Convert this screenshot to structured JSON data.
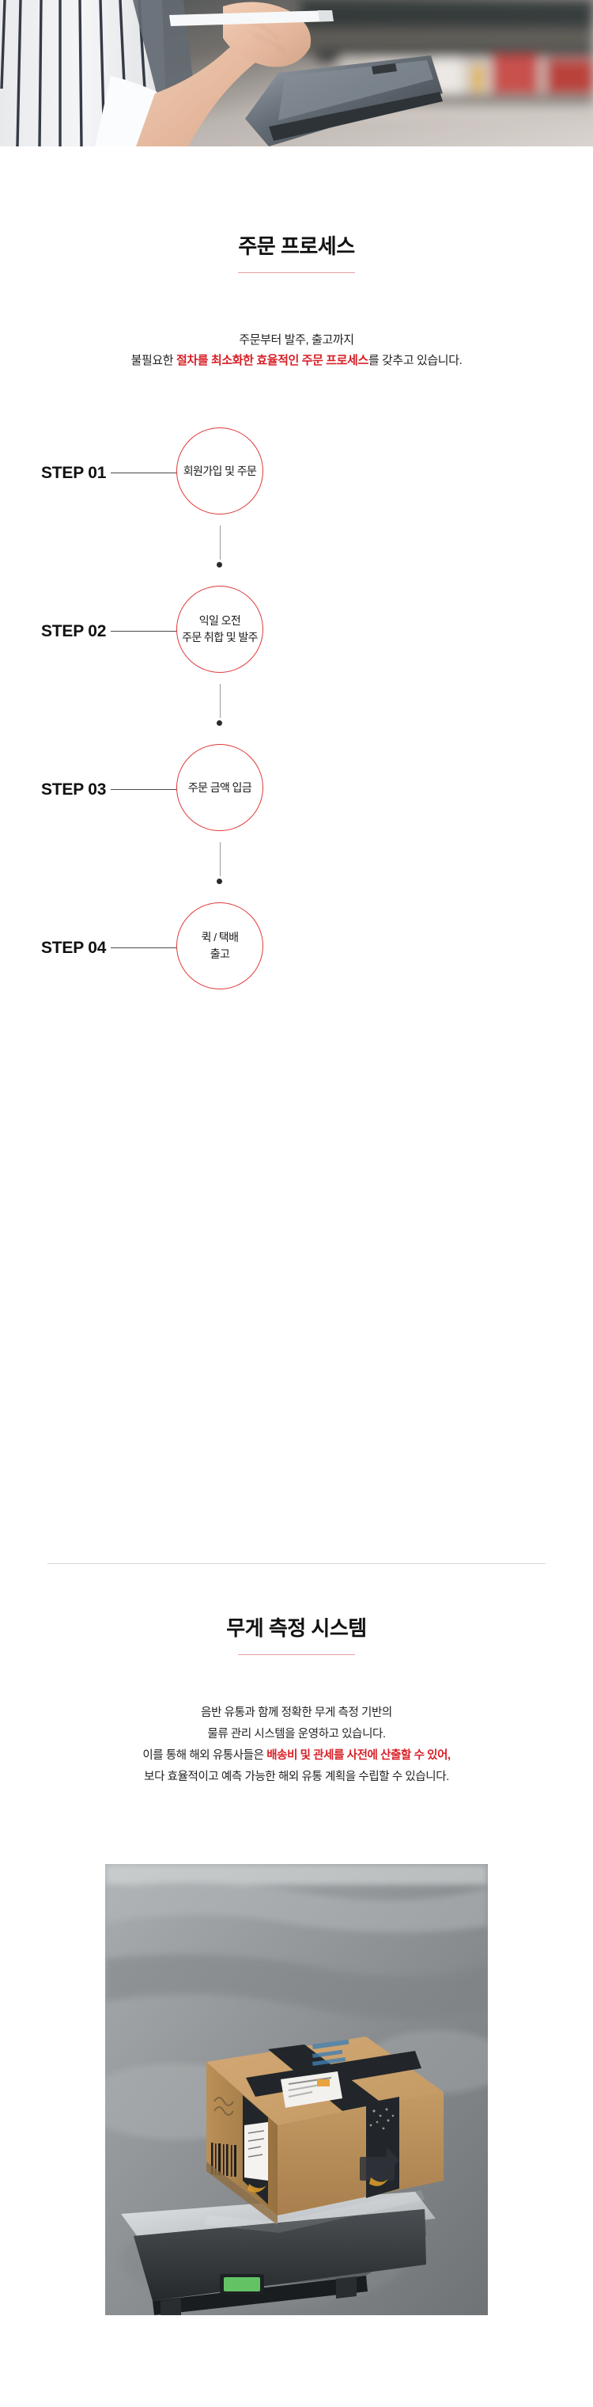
{
  "hero_photo": {
    "alt": "warehouse worker holding tablet and stylus"
  },
  "order_section": {
    "title": "주문 프로세스",
    "lead_line1": "주문부터 발주, 출고까지",
    "lead_line2_pre": "불필요한 ",
    "lead_line2_highlight": "절차를 최소화한 효율적인 주문 프로세스",
    "lead_line2_post": "를 갖추고 있습니다.",
    "steps": [
      {
        "label": "STEP 01",
        "text": "회원가입 및 주문"
      },
      {
        "label": "STEP 02",
        "text": "익일 오전\n주문 취합 및 발주"
      },
      {
        "label": "STEP 03",
        "text": "주문 금액 입금"
      },
      {
        "label": "STEP 04",
        "text": "퀵 / 택배\n출고"
      }
    ]
  },
  "weight_section": {
    "title": "무게 측정 시스템",
    "lead_line1": "음반 유통과 함께 정확한 무게 측정 기반의",
    "lead_line2": "물류 관리 시스템을 운영하고 있습니다.",
    "lead_line3_pre": "이를 통해 해외 유통사들은 ",
    "lead_line3_highlight": "배송비 및 관세를 사전에 산출할 수 있어,",
    "lead_line4": "보다 효율적이고 예측 가능한 해외 유통 계획을 수립할 수 있습니다.",
    "photo_alt": "cardboard parcel boxes on a digital shipping scale"
  },
  "colors": {
    "accent_red": "#d81f26",
    "circle_stroke": "#e03a3a",
    "title_rule": "#e8a0a0",
    "divider": "#d8d8d8",
    "connector": "#9a9a9a",
    "text": "#1a1a1a"
  }
}
